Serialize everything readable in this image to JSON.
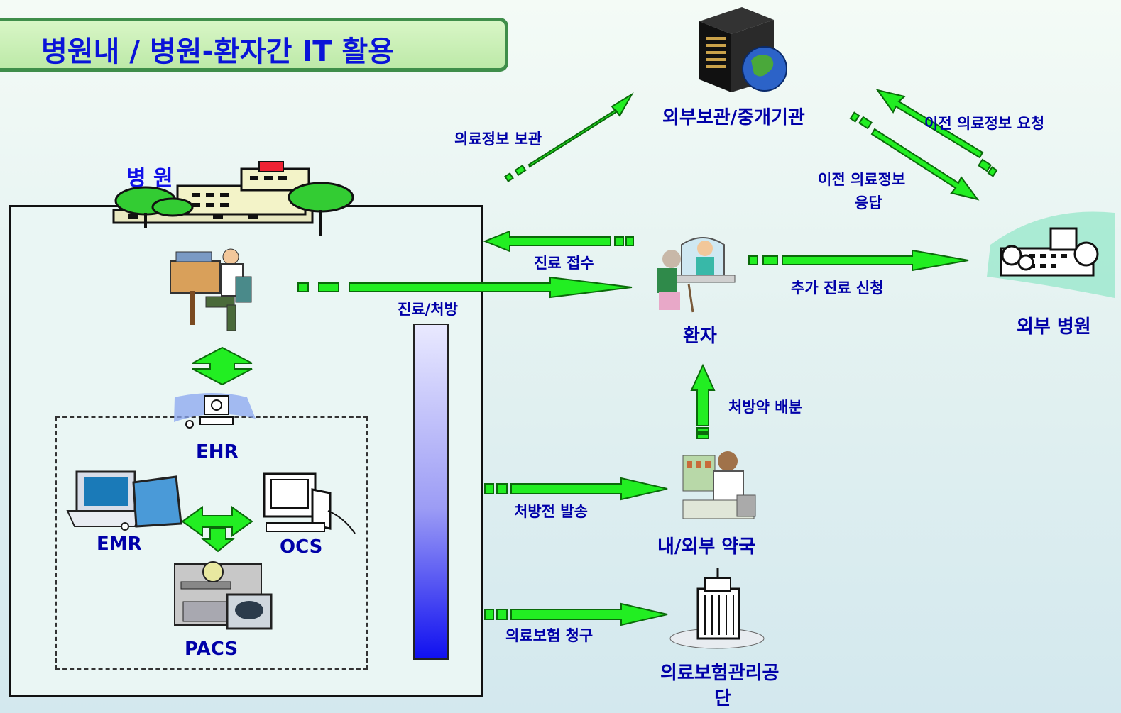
{
  "title": "병원내 / 병원-환자간 IT 활용",
  "colors": {
    "arrow": "#22ee22",
    "arrow_stroke": "#0a6a0a",
    "text": "#0000a8",
    "title_bg": "#c8f0b5",
    "frame": "#111111"
  },
  "nodes": {
    "hospital": "병    원",
    "ehr": "EHR",
    "emr": "EMR",
    "ocs": "OCS",
    "pacs": "PACS",
    "external_archive": "외부보관/중개기관",
    "patient": "환자",
    "external_hospital": "외부  병원",
    "pharmacy": "내/외부  약국",
    "insurance_line1": "의료보험관리공",
    "insurance_line2": "단"
  },
  "edges": {
    "store": "의료정보  보관",
    "prev_request": "이전  의료정보  요청",
    "prev_response_line1": "이전  의료정보",
    "prev_response_line2": "응답",
    "reception": "진료  접수",
    "treatment": "진료/처방",
    "referral": "추가  진료  신청",
    "dispense": "처방약  배분",
    "prescription": "처방전  발송",
    "claim": "의료보험  청구"
  },
  "icons": [
    "hospital-building-icon",
    "doctor-desk-icon",
    "ehr-terminal-icon",
    "emr-computer-icon",
    "ocs-computer-icon",
    "pacs-scanner-icon",
    "server-globe-icon",
    "patient-reception-icon",
    "external-hospital-icon",
    "pharmacist-icon",
    "office-tower-icon"
  ]
}
